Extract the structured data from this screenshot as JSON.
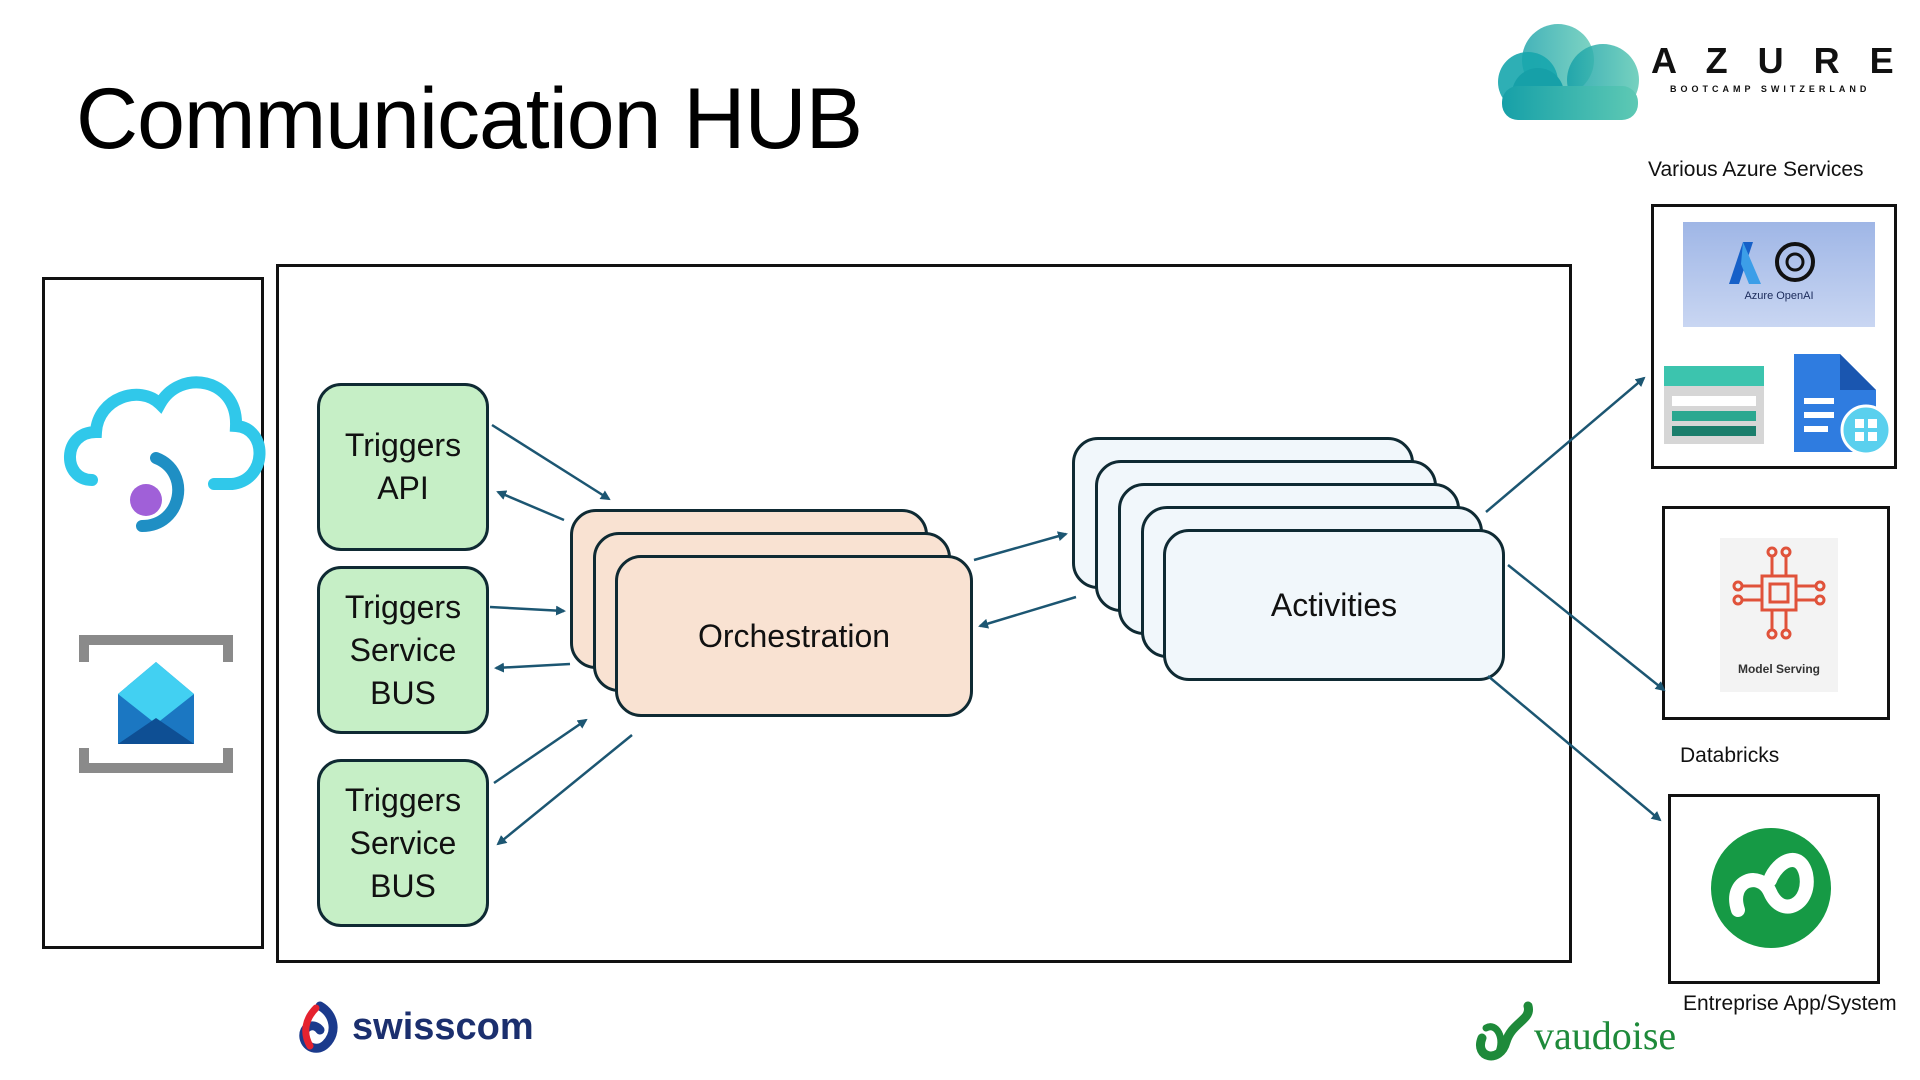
{
  "slide": {
    "title": "Communication HUB"
  },
  "brand": {
    "azure_word": "A Z U R E",
    "azure_tag": "BOOTCAMP SWITZERLAND",
    "swisscom": "swisscom",
    "vaudoise": "vaudoise"
  },
  "triggers": [
    {
      "line1": "Triggers",
      "line2": "API",
      "line3": ""
    },
    {
      "line1": "Triggers",
      "line2": "Service",
      "line3": "BUS"
    },
    {
      "line1": "Triggers",
      "line2": "Service",
      "line3": "BUS"
    }
  ],
  "orchestration": {
    "label": "Orchestration"
  },
  "activities": {
    "label": "Activities"
  },
  "services": {
    "various_caption": "Various Azure Services",
    "openai_label": "Azure OpenAI",
    "model_serving_label": "Model Serving",
    "databricks_caption": "Databricks",
    "enterprise_caption": "Entreprise App/System"
  },
  "colors": {
    "trigger_fill": "#c6efc6",
    "orchestration_fill": "#f9e2d2",
    "activities_fill": "#f1f7fb",
    "arrow": "#1c5672",
    "azure_teal": "#1aa39a",
    "swisscom_blue": "#1b2f6e",
    "vaudoise_green": "#1e8a3a"
  },
  "icons": {
    "left_top": "cloud-endpoint-icon",
    "left_bottom": "email-communication-icon",
    "services_openai": "azure-openai-icon",
    "services_storage": "storage-table-icon",
    "services_document": "document-icon",
    "databricks": "model-serving-icon",
    "enterprise": "enterprise-app-icon"
  }
}
